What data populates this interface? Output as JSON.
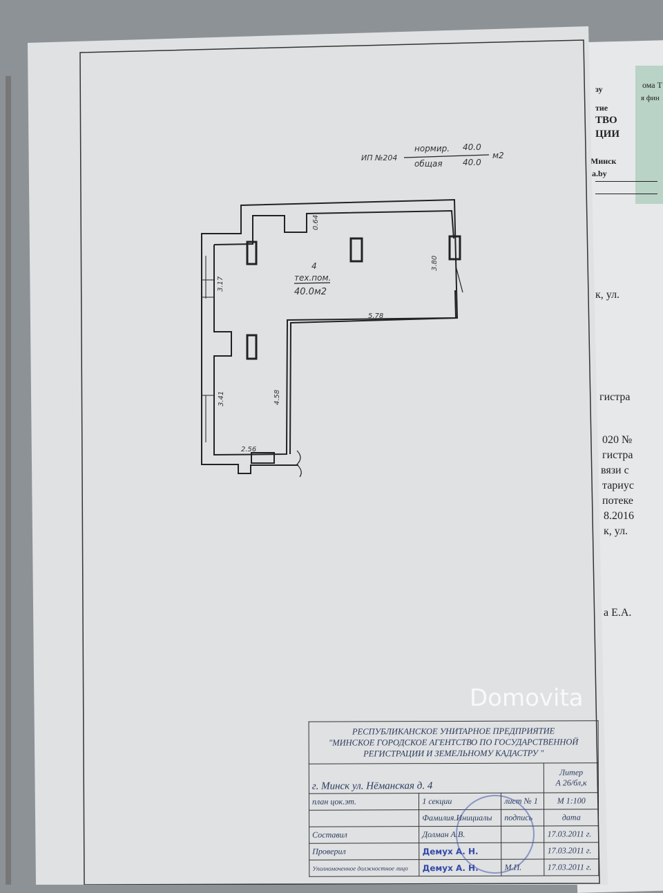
{
  "background_document": {
    "fragments": [
      "зу",
      "тие",
      "ТВО",
      "ЦИИ",
      "Минск",
      "a.by",
      "ома Т",
      "я фин",
      "к,   ул.",
      "гистра",
      "020 №",
      "гистра",
      "вязи с",
      "тариус",
      "потеке",
      "8.2016",
      "к,  ул.",
      "а Е.А."
    ]
  },
  "plan": {
    "ip_number": "ИП №204",
    "norm_label": "нормир.",
    "norm_value": "40.0",
    "total_label": "общая",
    "total_value": "40.0",
    "unit": "м2",
    "room_number": "4",
    "room_name": "тех.пом.",
    "room_area": "40.0м2",
    "dimensions": [
      "0.64",
      "3.80",
      "3.17",
      "5.78",
      "3.41",
      "4.58",
      "2.56"
    ]
  },
  "title_block": {
    "org_line1": "РЕСПУБЛИКАНСКОЕ УНИТАРНОЕ ПРЕДПРИЯТИЕ",
    "org_line2": "\"МИНСКОЕ ГОРОДСКОЕ АГЕНТСТВО ПО ГОСУДАРСТВЕННОЙ",
    "org_line3": "РЕГИСТРАЦИИ И ЗЕМЕЛЬНОМУ КАДАСТРУ \"",
    "address": "г. Минск   ул.  Нёманская  д. 4",
    "liter_label": "Литер",
    "liter_value": "А 26/бл,к",
    "plan_label": "план цок.эт.",
    "section": "1 секции",
    "sheet": "лист № 1",
    "scale": "М 1:100",
    "col_name": "Фамилия.Инициалы",
    "col_sign": "подпись",
    "col_date": "дата",
    "rows": [
      {
        "role": "Составил",
        "name": "Долман А.В.",
        "mark": "",
        "date": "17.03.2011 г."
      },
      {
        "role": "Проверил",
        "name": "Демух А. Н.",
        "mark": "",
        "date": "17.03.2011 г."
      },
      {
        "role": "Уполномоченное должностное лицо",
        "name": "Демух А. Н.",
        "mark": "М.П.",
        "date": "17.03.2011 г."
      }
    ]
  },
  "watermark": "Domovita"
}
